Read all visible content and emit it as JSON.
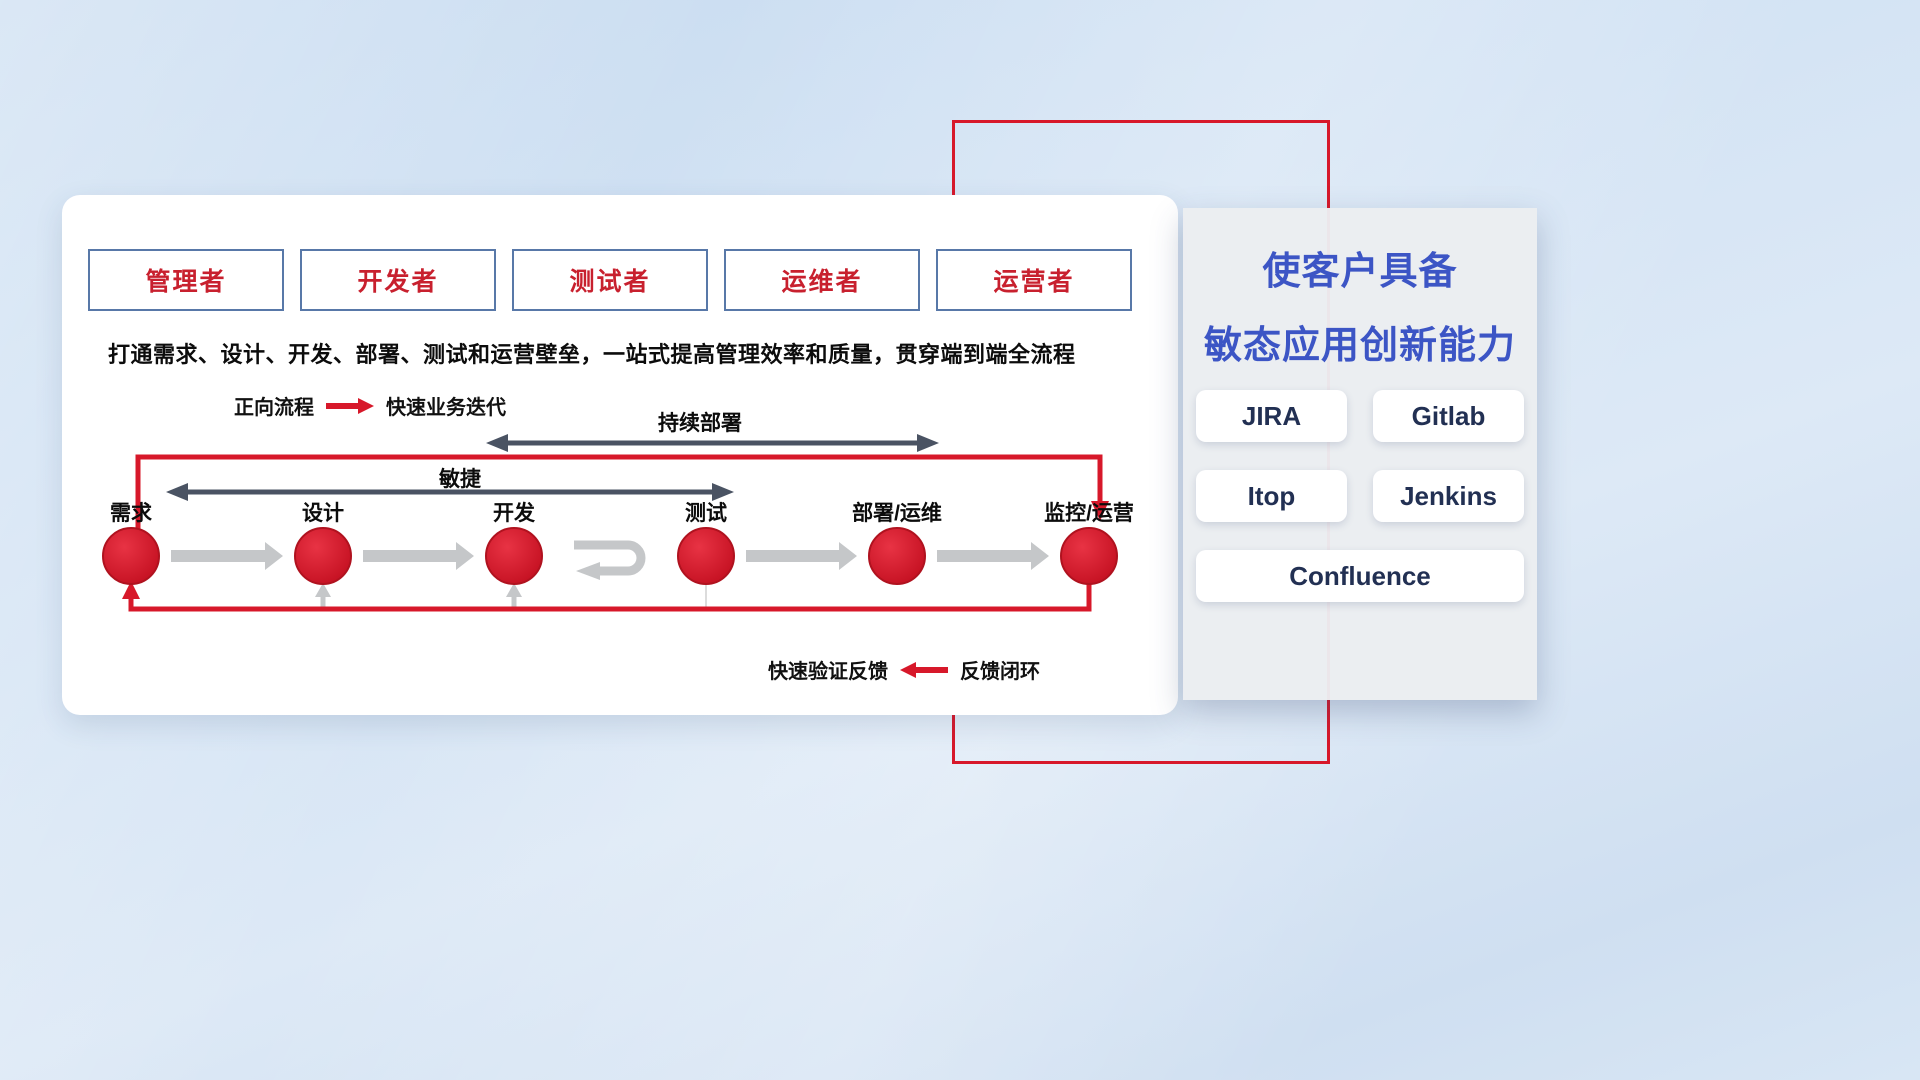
{
  "side_panel": {
    "title_line1": "使客户具备",
    "title_line2": "敏态应用创新能力",
    "tools": [
      "JIRA",
      "Gitlab",
      "Itop",
      "Jenkins",
      "Confluence"
    ]
  },
  "roles": [
    {
      "label": "管理者"
    },
    {
      "label": "开发者"
    },
    {
      "label": "测试者"
    },
    {
      "label": "运维者"
    },
    {
      "label": "运营者"
    }
  ],
  "description": "打通需求、设计、开发、部署、测试和运营壁垒，一站式提高管理效率和质量，贯穿端到端全流程",
  "legends": {
    "forward_label": "正向流程",
    "forward_value": "快速业务迭代",
    "feedback_label": "快速验证反馈",
    "feedback_value": "反馈闭环"
  },
  "span_arrows": {
    "agile": "敏捷",
    "continuous_deploy": "持续部署"
  },
  "stages": [
    {
      "label": "需求"
    },
    {
      "label": "设计"
    },
    {
      "label": "开发"
    },
    {
      "label": "测试"
    },
    {
      "label": "部署/运维"
    },
    {
      "label": "监控/运营"
    }
  ],
  "colors": {
    "accent_red": "#d7182a",
    "title_blue": "#3c55c5",
    "dark_arrow": "#4a5363",
    "gray_arrow": "#c5c7c9"
  }
}
